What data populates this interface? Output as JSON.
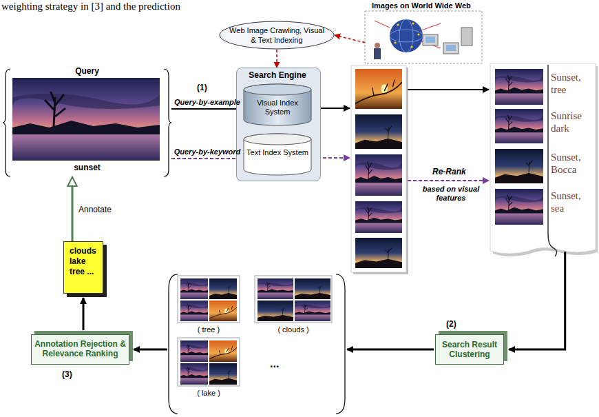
{
  "diagram": {
    "nodes": [
      {
        "text": [
          "Images on World Wide Web"
        ]
      },
      {
        "text": [
          "Web Image Crawling, Visual & Text Indexing"
        ]
      },
      {
        "text": [
          "Query",
          "sunset"
        ]
      },
      {
        "text": [
          "Search Engine"
        ]
      },
      {
        "text": [
          "Visual Index System"
        ],
        "in": 3
      },
      {
        "text": [
          "Text Index System"
        ],
        "in": 3
      },
      {
        "text": [
          "Sunset, tree",
          "Sunrise dark",
          "Sunset, Bocca",
          "Sunset, sea"
        ]
      },
      {
        "text": [
          "Search Result Clustering"
        ]
      },
      {
        "text": [
          "Annotation Rejection & Relevance Ranking"
        ]
      },
      {
        "text": [
          "clouds lake tree ..."
        ]
      }
    ],
    "edges": [
      {
        "from": 0,
        "to": 1,
        "arrow": "to"
      },
      {
        "from": 1,
        "to": 3,
        "arrow": "to"
      },
      {
        "from": 2,
        "to": 4,
        "arrow": "to",
        "label": "Query-by-example"
      },
      {
        "from": 2,
        "to": 5,
        "arrow": "to",
        "label": "Query-by-keyword"
      },
      {
        "from": 6,
        "to": 7,
        "arrow": "to"
      },
      {
        "from": 8,
        "to": 9,
        "arrow": "to"
      },
      {
        "from": 9,
        "to": 2,
        "arrow": "to",
        "label": "Annotate"
      }
    ],
    "labels": [
      "weighting strategy in [3] and the prediction",
      "(1)",
      "Re-Rank",
      "based on visual features",
      "(2)",
      "( tree )",
      "( clouds )",
      "( lake )",
      "...",
      "(3)"
    ]
  }
}
